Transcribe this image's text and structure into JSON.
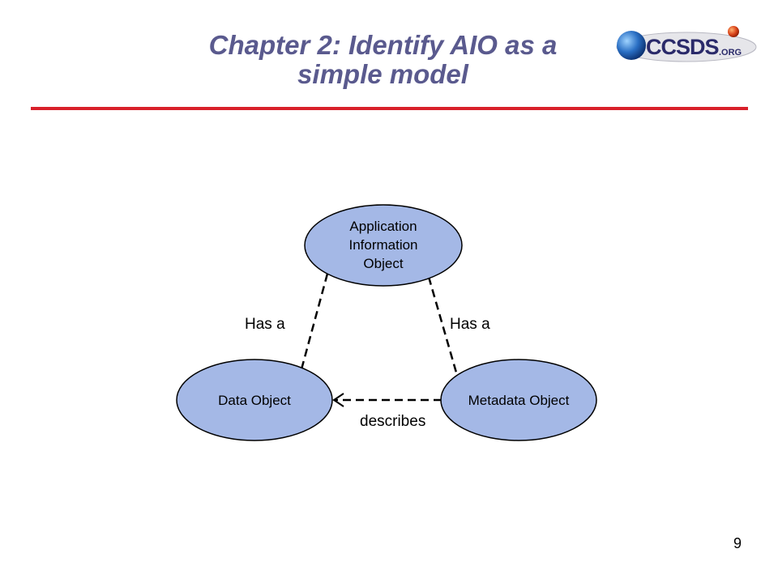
{
  "slide": {
    "title_line1": "Chapter 2: Identify AIO as a",
    "title_line2": "simple model",
    "page_number": "9"
  },
  "logo": {
    "text_main": "CCSDS",
    "text_suffix": ".ORG"
  },
  "diagram": {
    "nodes": {
      "aio": {
        "line1": "Application",
        "line2": "Information",
        "line3": "Object"
      },
      "data_object": {
        "line1": "Data Object"
      },
      "metadata_object": {
        "line1": "Metadata Object"
      }
    },
    "edges": {
      "aio_to_data": {
        "label": "Has a",
        "style": "dashed"
      },
      "aio_to_metadata": {
        "label": "Has a",
        "style": "dashed"
      },
      "metadata_to_data": {
        "label": "describes",
        "style": "dashed-arrow"
      }
    }
  },
  "colors": {
    "title": "#5a5a8e",
    "rule": "#d8202a",
    "node_fill": "#a4b8e6",
    "node_stroke": "#000000"
  }
}
